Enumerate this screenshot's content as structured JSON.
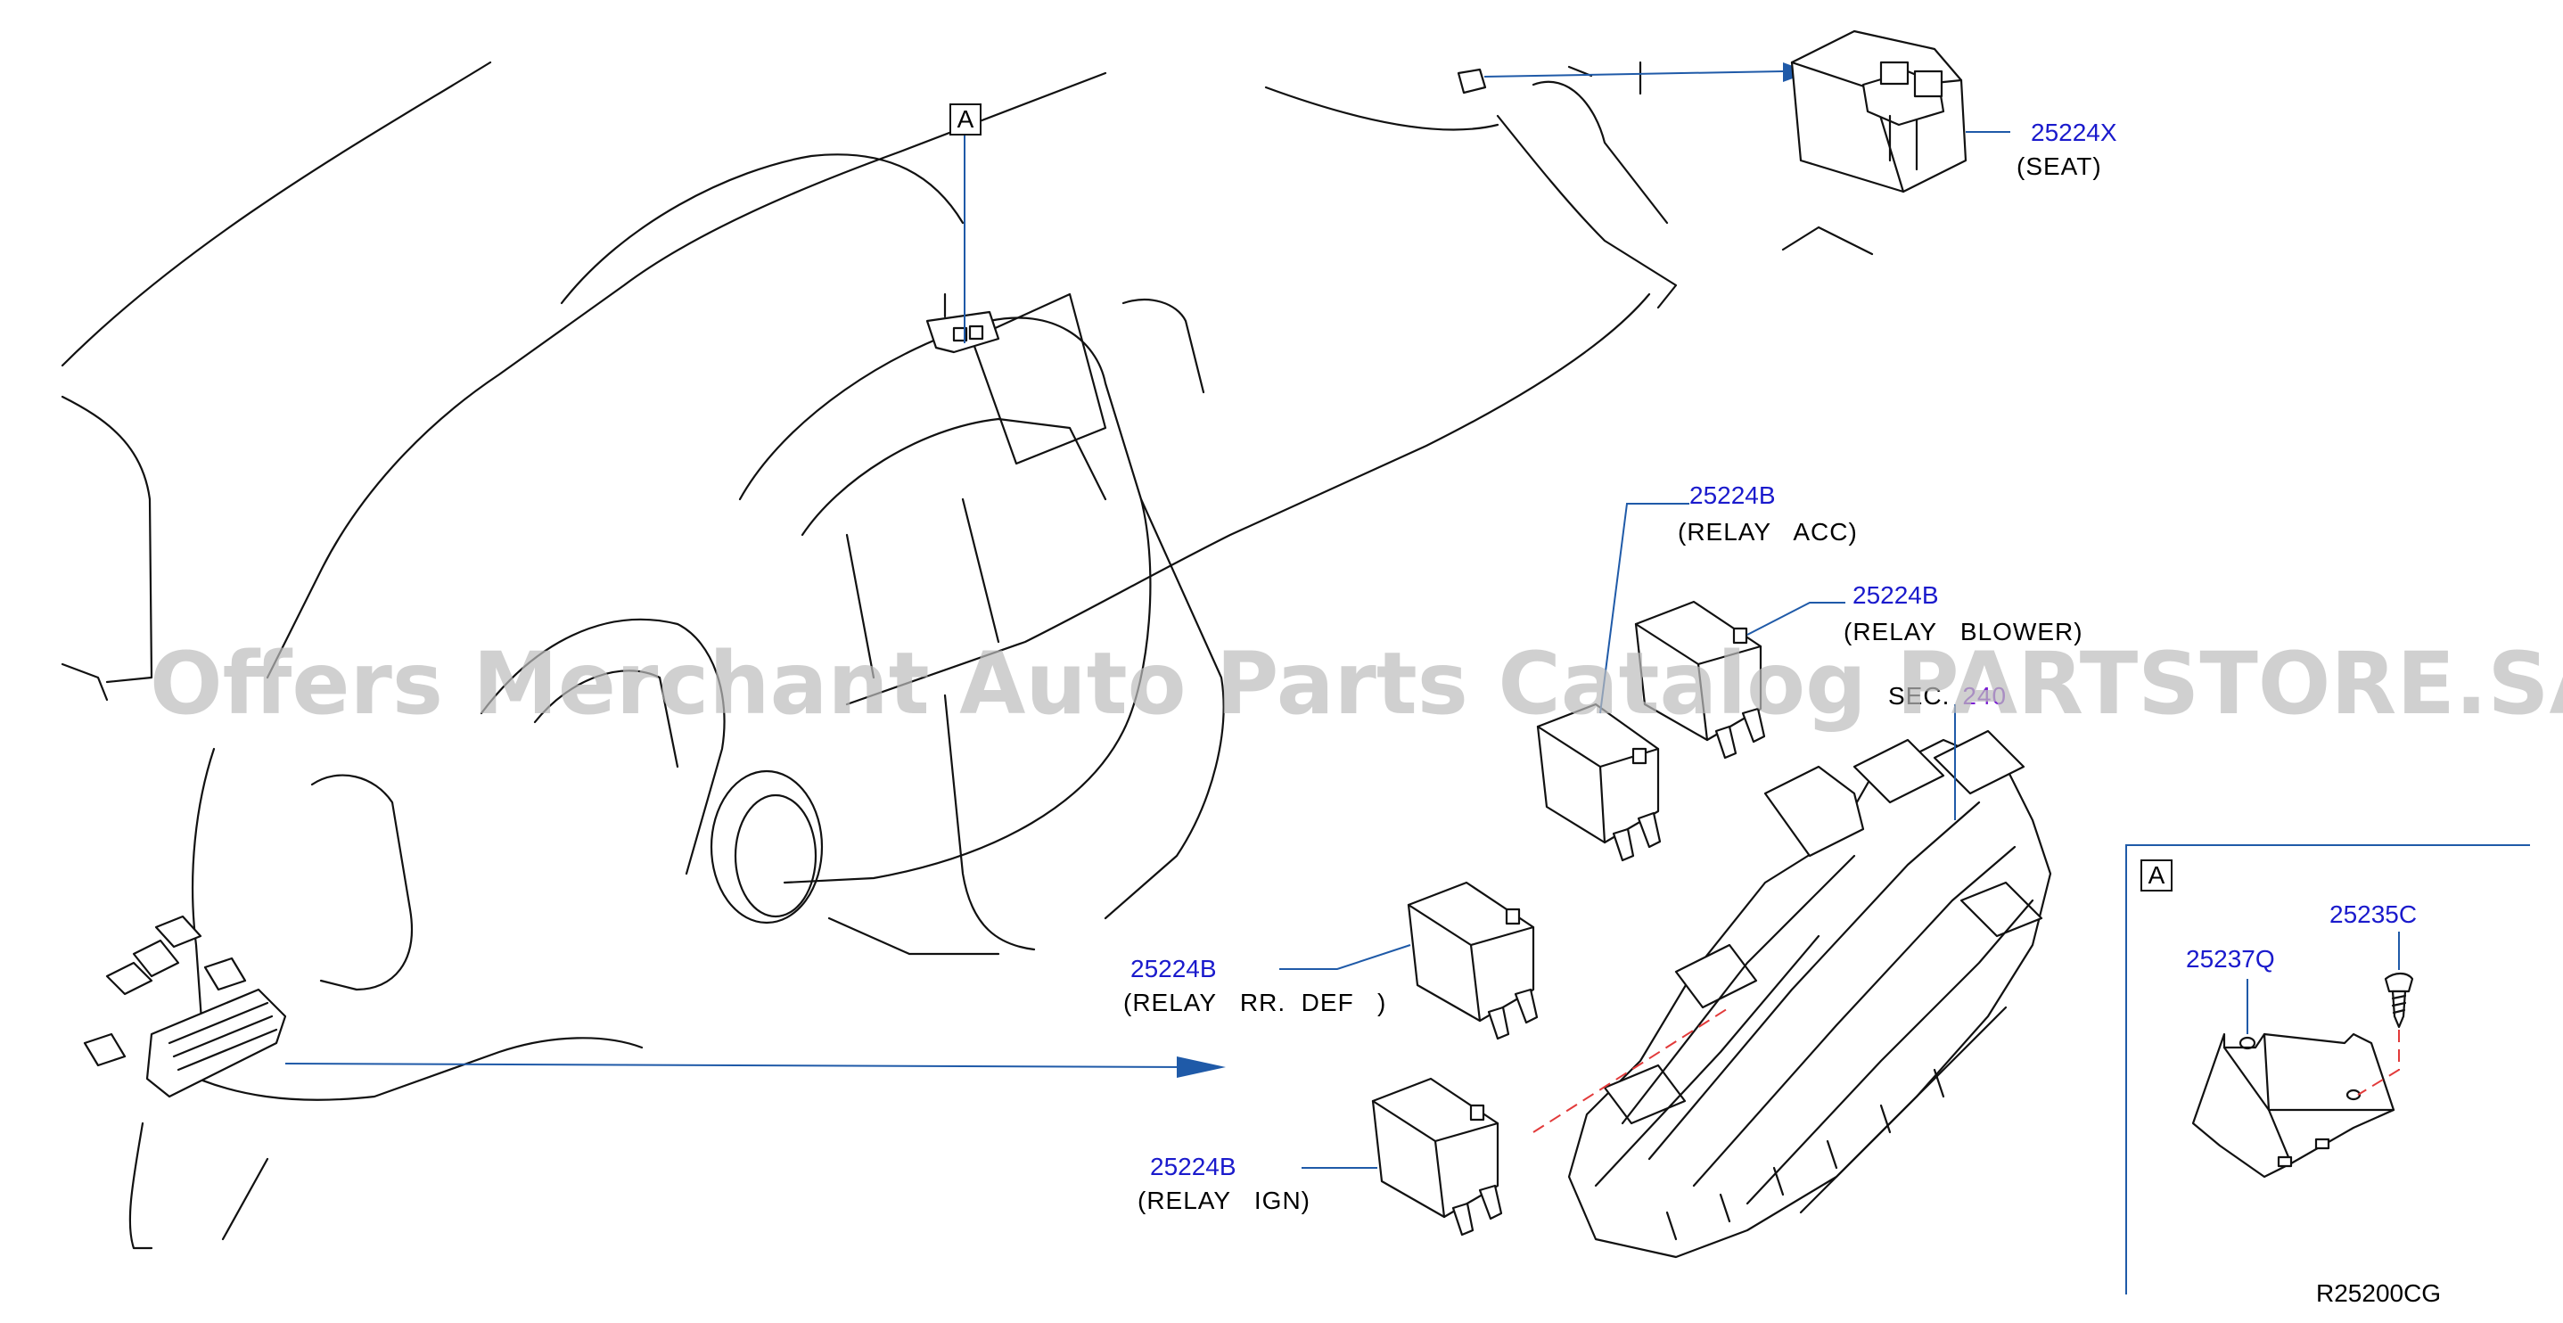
{
  "diagram_code": "R25200CG",
  "watermark": "Offers Merchant Auto Parts Catalog PARTSTORE.SA",
  "view_marker": "A",
  "inset": {
    "letter": "A"
  },
  "section_ref": {
    "prefix": "SEC.",
    "number": "240"
  },
  "callouts": [
    {
      "part_no": "25224X",
      "desc": "(SEAT)"
    },
    {
      "part_no": "25224B",
      "desc": "(RELAY   ACC)"
    },
    {
      "part_no": "25224B",
      "desc": "(RELAY   BLOWER)"
    },
    {
      "part_no": "25224B",
      "desc": "(RELAY   RR.  DEF   )"
    },
    {
      "part_no": "25224B",
      "desc": "(RELAY   IGN)"
    },
    {
      "part_no": "25237Q",
      "desc": ""
    },
    {
      "part_no": "25235C",
      "desc": ""
    }
  ],
  "colors": {
    "part_number": "#1a1acc",
    "leader": "#1f5aa8",
    "hidden_line": "#e23a3a",
    "section_number": "#7a1fd1"
  }
}
